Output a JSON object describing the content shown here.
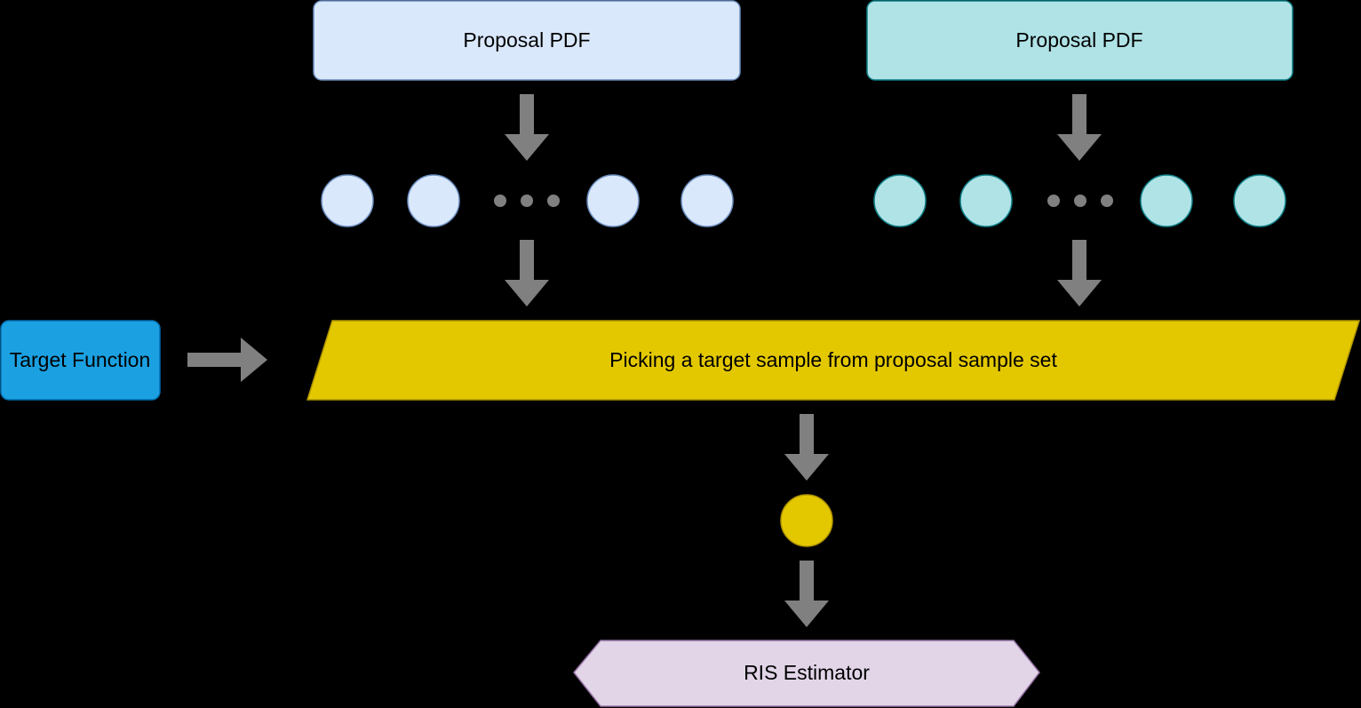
{
  "diagram": {
    "background": "#000000",
    "proposal_left": {
      "label": "Proposal PDF",
      "fill": "#dae8fc",
      "stroke": "#6c8ebf"
    },
    "proposal_right": {
      "label": "Proposal PDF",
      "fill": "#b0e3e6",
      "stroke": "#0e8088"
    },
    "target_function": {
      "label": "Target Function",
      "fill": "#1ba1e2",
      "stroke": "#006eaf"
    },
    "picking": {
      "label": "Picking a target sample from proposal sample set",
      "fill": "#e3c800",
      "stroke": "#b09500"
    },
    "selected_sample": {
      "fill": "#e3c800",
      "stroke": "#b09500"
    },
    "estimator": {
      "label": "RIS Estimator",
      "fill": "#e1d5e7",
      "stroke": "#9673a6"
    },
    "arrow_color": "#808080",
    "ellipsis_dot_color": "#808080",
    "ellipsis": "• • •"
  }
}
